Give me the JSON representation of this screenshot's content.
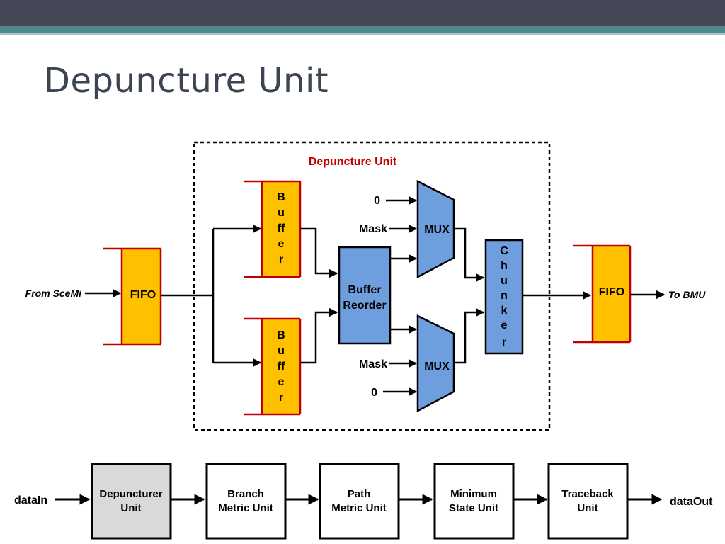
{
  "slide": {
    "title": "Depuncture Unit",
    "colors": {
      "header_bar": "#454757",
      "teal_band": "#4f8a8e",
      "title_text": "#3d4454"
    }
  },
  "diagram": {
    "enclosure_label": "Depuncture Unit",
    "input_label": "From SceMi",
    "output_label": "To BMU",
    "fifo_in_label": "FIFO",
    "fifo_out_label": "FIFO",
    "buffer_top_letters": [
      "B",
      "u",
      "ff",
      "e",
      "r"
    ],
    "buffer_bottom_letters": [
      "B",
      "u",
      "ff",
      "e",
      "r"
    ],
    "buffer_reorder_lines": [
      "Buffer",
      "Reorder"
    ],
    "mux_top": {
      "label": "MUX",
      "inputs": [
        "0",
        "Mask"
      ]
    },
    "mux_bottom": {
      "label": "MUX",
      "inputs": [
        "Mask",
        "0"
      ]
    },
    "chunker_letters": [
      "C",
      "h",
      "u",
      "n",
      "k",
      "e",
      "r"
    ],
    "colors": {
      "yellow_block": "#ffc000",
      "red_edge": "#c00000",
      "blue_block": "#6f9ede",
      "enclosure_label": "#c00000"
    }
  },
  "pipeline": {
    "input_label": "dataIn",
    "output_label": "dataOut",
    "stages": [
      {
        "lines": [
          "Depuncturer",
          "Unit"
        ],
        "highlighted": true
      },
      {
        "lines": [
          "Branch",
          "Metric Unit"
        ],
        "highlighted": false
      },
      {
        "lines": [
          "Path",
          "Metric Unit"
        ],
        "highlighted": false
      },
      {
        "lines": [
          "Minimum",
          "State Unit"
        ],
        "highlighted": false
      },
      {
        "lines": [
          "Traceback",
          "Unit"
        ],
        "highlighted": false
      }
    ],
    "colors": {
      "highlight_fill": "#d9d9d9"
    }
  }
}
